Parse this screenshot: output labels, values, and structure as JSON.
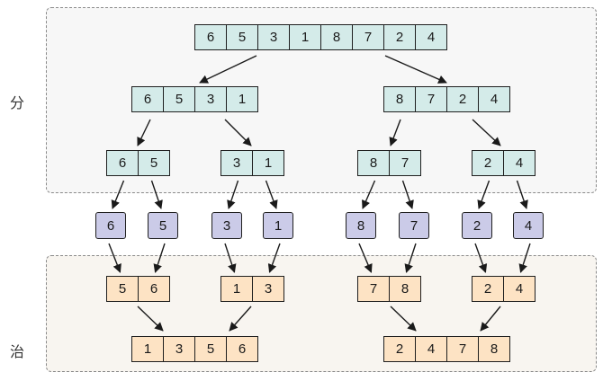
{
  "labels": {
    "divide": "分",
    "conquer": "治"
  },
  "divide_phase": {
    "level0": [
      [
        6,
        5,
        3,
        1,
        8,
        7,
        2,
        4
      ]
    ],
    "level1": [
      [
        6,
        5,
        3,
        1
      ],
      [
        8,
        7,
        2,
        4
      ]
    ],
    "level2": [
      [
        6,
        5
      ],
      [
        3,
        1
      ],
      [
        8,
        7
      ],
      [
        2,
        4
      ]
    ]
  },
  "singletons": [
    6,
    5,
    3,
    1,
    8,
    7,
    2,
    4
  ],
  "conquer_phase": {
    "level0": [
      [
        5,
        6
      ],
      [
        1,
        3
      ],
      [
        7,
        8
      ],
      [
        2,
        4
      ]
    ],
    "level1": [
      [
        1,
        3,
        5,
        6
      ],
      [
        2,
        4,
        7,
        8
      ]
    ]
  },
  "colors": {
    "divide_fill": "#d4ebe9",
    "single_fill": "#cbcbe8",
    "conquer_fill": "#fde3c4",
    "divide_region_fill": "#f7f7f7",
    "conquer_region_fill": "#f8f5f0",
    "border": "#1f1f1f"
  }
}
